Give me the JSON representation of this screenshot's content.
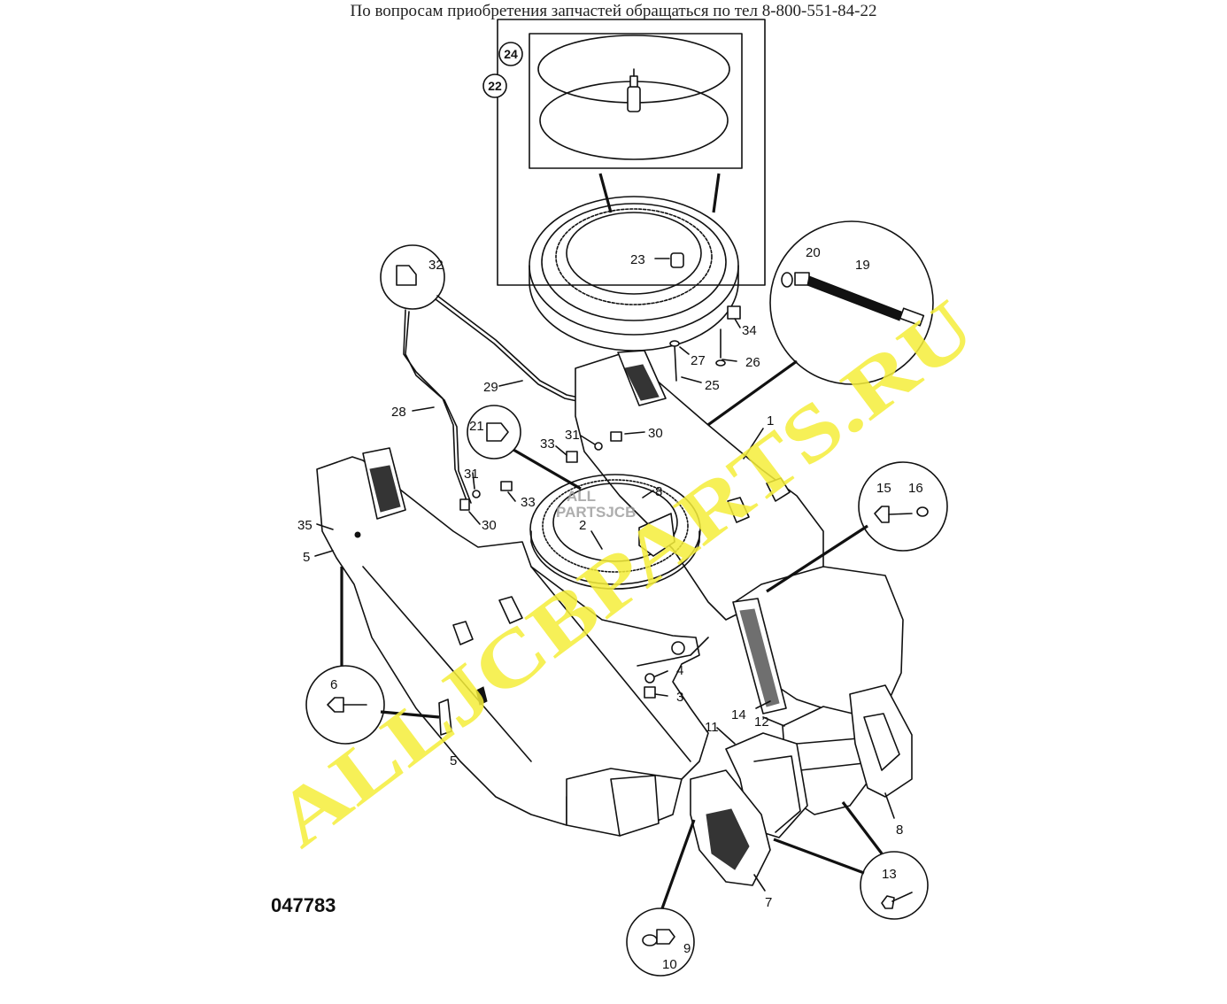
{
  "header": {
    "contact_text": "По вопросам приобретения запчастей обращаться по тел 8-800-551-84-22"
  },
  "figure_number": "047783",
  "watermark": {
    "main_text": "ALLJCBPARTS.RU",
    "logo_text_1": "ALL",
    "logo_text_2": "PARTSJCB",
    "color": "#f5ee3a"
  },
  "callouts": {
    "c1": "1",
    "c2": "2",
    "c3": "3",
    "c4": "4",
    "c5a": "5",
    "c5b": "5",
    "c6": "6",
    "c7": "7",
    "c8a": "8",
    "c8b": "8",
    "c9": "9",
    "c10": "10",
    "c11": "11",
    "c12": "12",
    "c13": "13",
    "c14": "14",
    "c15": "15",
    "c16": "16",
    "c19": "19",
    "c20": "20",
    "c21": "21",
    "c22": "22",
    "c23": "23",
    "c24": "24",
    "c25": "25",
    "c26": "26",
    "c27": "27",
    "c28": "28",
    "c29": "29",
    "c30a": "30",
    "c30b": "30",
    "c31a": "31",
    "c31b": "31",
    "c32": "32",
    "c33a": "33",
    "c33b": "33",
    "c34": "34",
    "c35": "35"
  }
}
